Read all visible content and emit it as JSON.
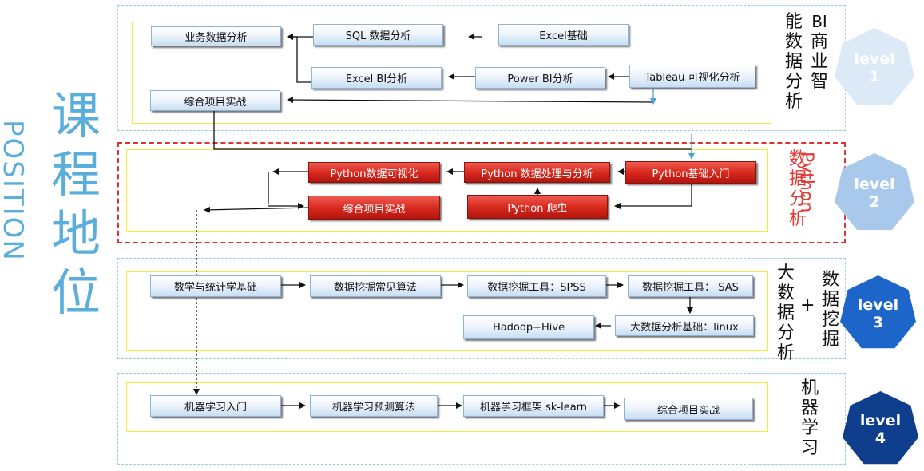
{
  "title": {
    "zh": [
      "课",
      "程",
      "地",
      "位"
    ],
    "en": "POSITION"
  },
  "level_word": "level",
  "sections": {
    "bi": {
      "label": [
        "BI",
        "商",
        "业",
        "智",
        "能",
        "数",
        "据",
        "分",
        "析"
      ],
      "level_number": "1",
      "nodes": {
        "business": "业务数据分析",
        "sql": "SQL 数据分析",
        "excel_basic": "Excel基础",
        "excel_bi": "Excel BI分析",
        "power_bi": "Power BI分析",
        "tableau": "Tableau 可视化分析",
        "project": "综合项目实战"
      }
    },
    "python": {
      "label": [
        "Python",
        "数",
        "据",
        "分",
        "析"
      ],
      "level_number": "2",
      "nodes": {
        "visual": "Python数据可视化",
        "processing": "Python 数据处理与分析",
        "basic": "Python基础入门",
        "project": "综合项目实战",
        "crawler": "Python 爬虫"
      }
    },
    "bigdata": {
      "label_left": [
        "大",
        "数",
        "据",
        "分",
        "析"
      ],
      "label_plus": "+",
      "label_right": [
        "数",
        "据",
        "挖",
        "掘"
      ],
      "level_number": "3",
      "nodes": {
        "math": "数学与统计学基础",
        "algorithms": "数据挖掘常见算法",
        "spss": "数据挖掘工具：SPSS",
        "sas": "数据挖掘工具： SAS",
        "hadoop": "Hadoop+Hive",
        "linux": "大数据分析基础：linux"
      }
    },
    "ml": {
      "label": [
        "机",
        "器",
        "学",
        "习"
      ],
      "level_number": "4",
      "nodes": {
        "intro": "机器学习入门",
        "predict": "机器学习预测算法",
        "sklearn": "机器学习框架 sk-learn",
        "project": "综合项目实战"
      }
    }
  },
  "colors": {
    "title": "#5aaedc",
    "red_accent": "#e53935",
    "level1": "#dce9f7",
    "level2": "#a9c9ec",
    "level3": "#1d65c9",
    "level4": "#0f3f8c"
  }
}
